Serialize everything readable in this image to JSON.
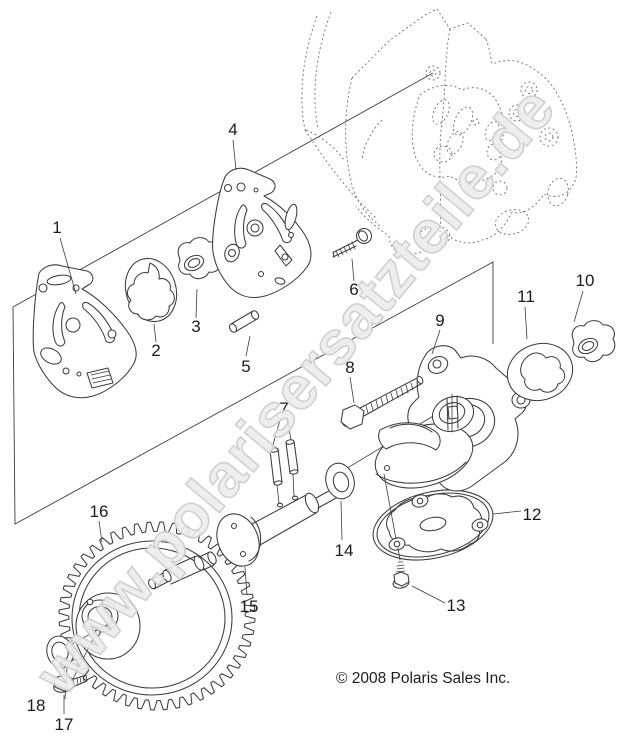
{
  "watermark": {
    "text": "www.polarisersatzteile.de",
    "fill": "#ededed",
    "outline": "#cdcdcd"
  },
  "copyright": {
    "text": "© 2008 Polaris Sales Inc."
  },
  "callouts": [
    {
      "num": "1"
    },
    {
      "num": "2"
    },
    {
      "num": "3"
    },
    {
      "num": "4"
    },
    {
      "num": "5"
    },
    {
      "num": "6"
    },
    {
      "num": "7"
    },
    {
      "num": "8"
    },
    {
      "num": "9"
    },
    {
      "num": "10"
    },
    {
      "num": "11"
    },
    {
      "num": "12"
    },
    {
      "num": "13"
    },
    {
      "num": "14"
    },
    {
      "num": "15"
    },
    {
      "num": "16"
    },
    {
      "num": "17"
    },
    {
      "num": "18"
    }
  ],
  "colors": {
    "line": "#3c3c3c",
    "reference_line": "#6f6f6f",
    "label": "#1c1c1c",
    "background": "#ffffff"
  }
}
